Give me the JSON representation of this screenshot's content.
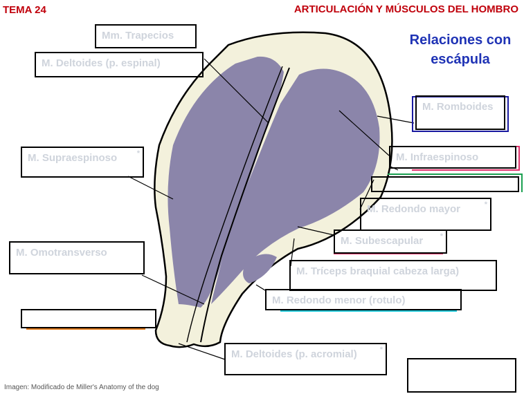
{
  "header": {
    "tema": "TEMA 24",
    "title": "ARTICULACIÓN Y MÚSCULOS DEL HOMBRO",
    "subtitle_line1": "Relaciones con",
    "subtitle_line2": "escápula"
  },
  "labels": {
    "trapecios": "Mm. Trapecios",
    "deltoides_espinal": "M. Deltoides (p. espinal)",
    "romboides": "M. Romboides",
    "infraespinoso": "M. Infraespinoso",
    "supraespinoso": "M. Supraespinoso",
    "redondo_mayor": "M. Redondo mayor",
    "subescapular": "M. Subescapular",
    "omotransverso": "M. Omotransverso",
    "triceps": "M. Tríceps braquial cabeza larga)",
    "redondo_menor": "M. Redondo menor (rotulo)",
    "deltoides_acromial": "M. Deltoides (p. acromial)"
  },
  "credit": "Imagen: Modificado de Miller's Anatomy of the dog",
  "colors": {
    "header_red": "#c0000b",
    "subtitle_blue": "#1f33b5",
    "muscle": "#8b85aa",
    "bone": "#f3f1dc",
    "border_blue": "#1a1aa0",
    "border_pink": "#e0306a",
    "border_green": "#1aa050",
    "border_cyan": "#20c8d8",
    "border_orange": "#e07818"
  }
}
